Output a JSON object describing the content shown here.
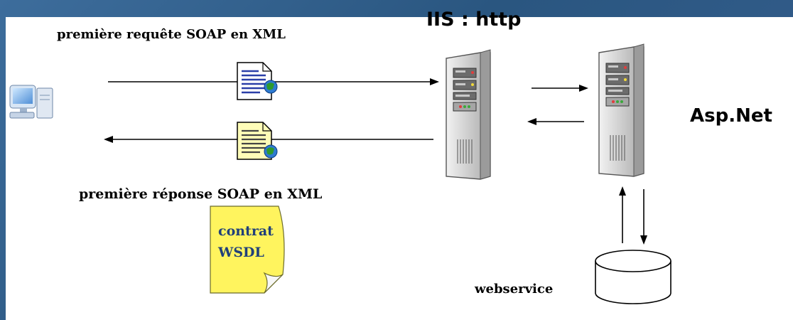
{
  "labels": {
    "request": "première requête SOAP en XML",
    "iis": "IIS : http",
    "aspnet": "Asp.Net",
    "response": "première réponse SOAP en XML",
    "contract_line1": "contrat",
    "contract_line2": "WSDL",
    "webservice": "webservice"
  },
  "colors": {
    "background": "#2f5b86",
    "panel": "#ffffff",
    "arrow": "#000000",
    "request_doc": "#ffffff",
    "response_doc": "#fffdb8",
    "wsdl_note": "#fff45e",
    "wsdl_text": "#21407a",
    "server_body": "#c8c8c8"
  },
  "icons": {
    "client": "desktop-computer-icon",
    "request_doc": "document-globe-icon",
    "response_doc": "document-globe-icon",
    "iis_server": "server-tower-icon",
    "asp_server": "server-tower-icon",
    "wsdl": "folded-note-icon",
    "database": "database-cylinder-icon"
  }
}
